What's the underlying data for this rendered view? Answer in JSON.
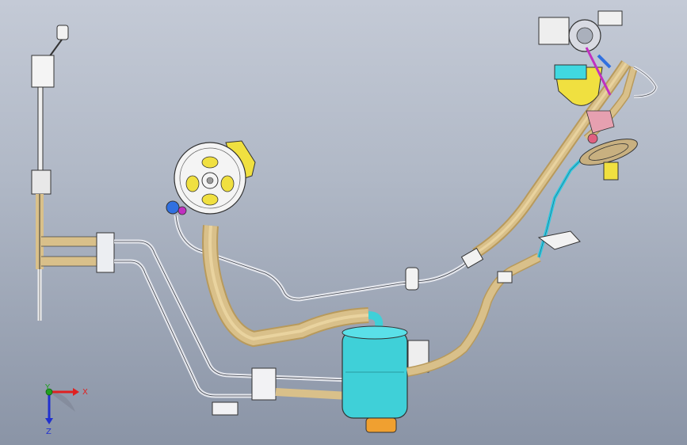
{
  "axis_triad": {
    "x_label": "X",
    "y_label": "Y",
    "z_label": "Z",
    "x_color": "#e02020",
    "y_color": "#20a020",
    "z_color": "#2030d0"
  },
  "colors": {
    "steel_tube": "#e4e6ec",
    "steel_outline": "#3a3e48",
    "rubber_hose": "#d9c08a",
    "rubber_hose_shade": "#b89a5c",
    "reservoir": "#3fd0d8",
    "reservoir_cap": "#f0a030",
    "pump_yellow": "#f0e040",
    "fitting_blue": "#3070e0",
    "fitting_magenta": "#c030c0",
    "cyan_line": "#30c8e0",
    "bracket": "#eeeeee"
  }
}
